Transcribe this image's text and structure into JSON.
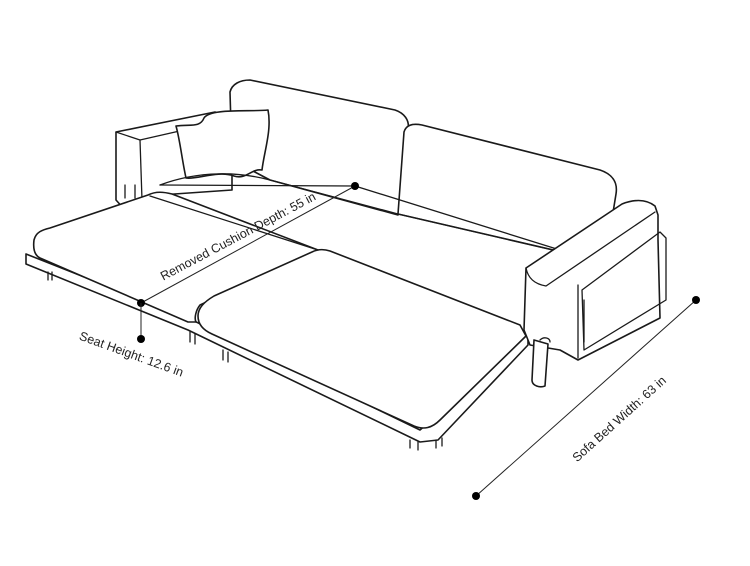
{
  "dimensions": {
    "cushion_depth_label": "Removed Cushion Depth: 55 in",
    "seat_height_label": "Seat Height: 12.6 in",
    "bed_width_label": "Sofa Bed Width: 63 in"
  },
  "colors": {
    "line": "#1a1a1a",
    "fill": "#ffffff",
    "dimension_dot": "#000000"
  }
}
